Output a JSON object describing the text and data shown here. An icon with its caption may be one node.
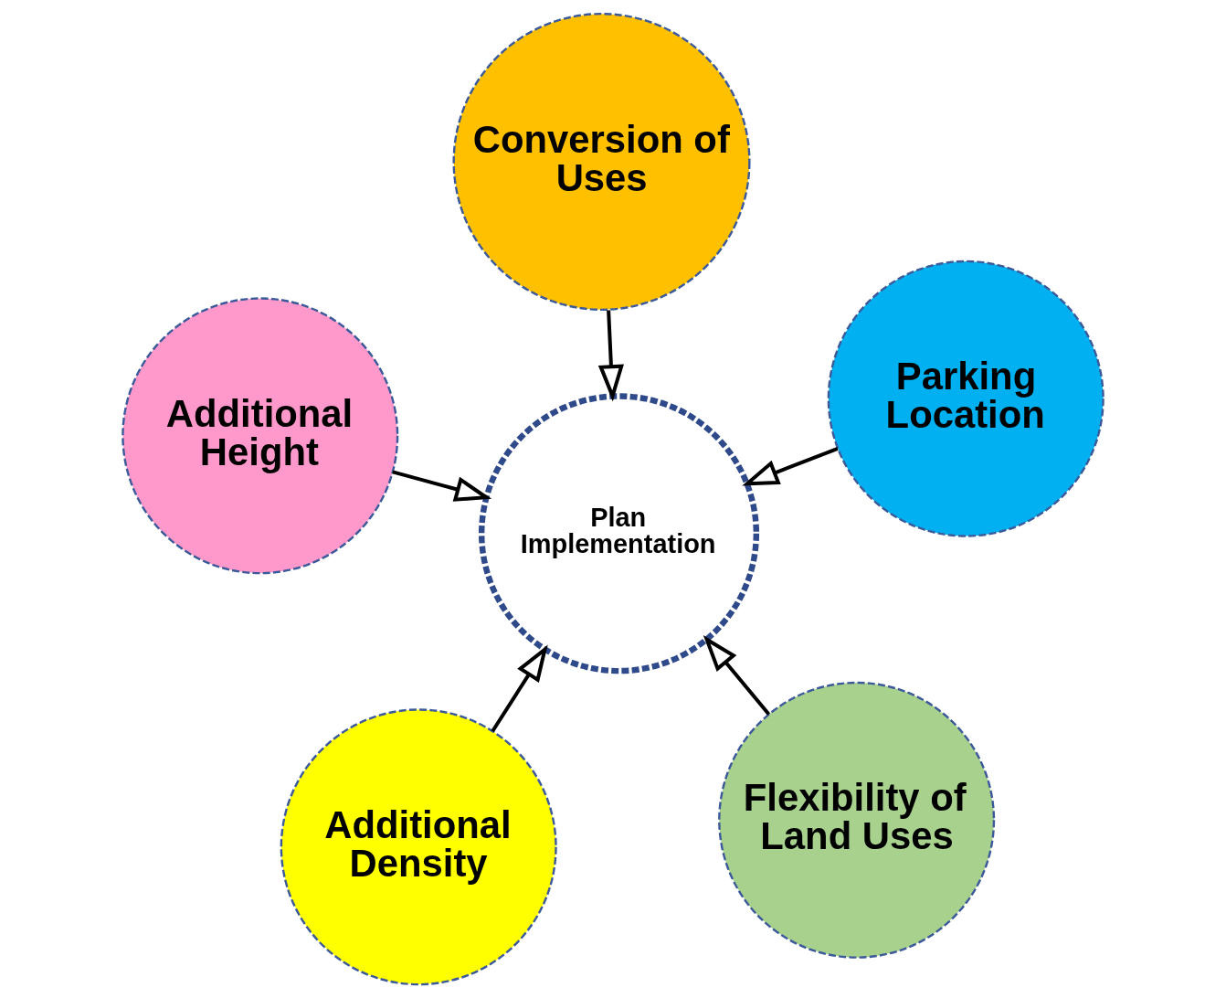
{
  "diagram": {
    "nodes": [
      {
        "text": [
          "Plan Implementation"
        ]
      },
      {
        "text": [
          "Flexibility of Land Uses"
        ]
      },
      {
        "text": [
          "Additional Density"
        ]
      },
      {
        "text": [
          "Additional Height"
        ]
      },
      {
        "text": [
          "Parking Location"
        ]
      },
      {
        "text": [
          "Conversion of Uses"
        ]
      }
    ],
    "edges": [
      {
        "from": 1,
        "to": 0,
        "arrow": "to"
      },
      {
        "from": 2,
        "to": 0,
        "arrow": "to"
      },
      {
        "from": 3,
        "to": 0,
        "arrow": "to"
      },
      {
        "from": 4,
        "to": 0,
        "arrow": "to"
      },
      {
        "from": 5,
        "to": 0,
        "arrow": "to"
      }
    ]
  }
}
